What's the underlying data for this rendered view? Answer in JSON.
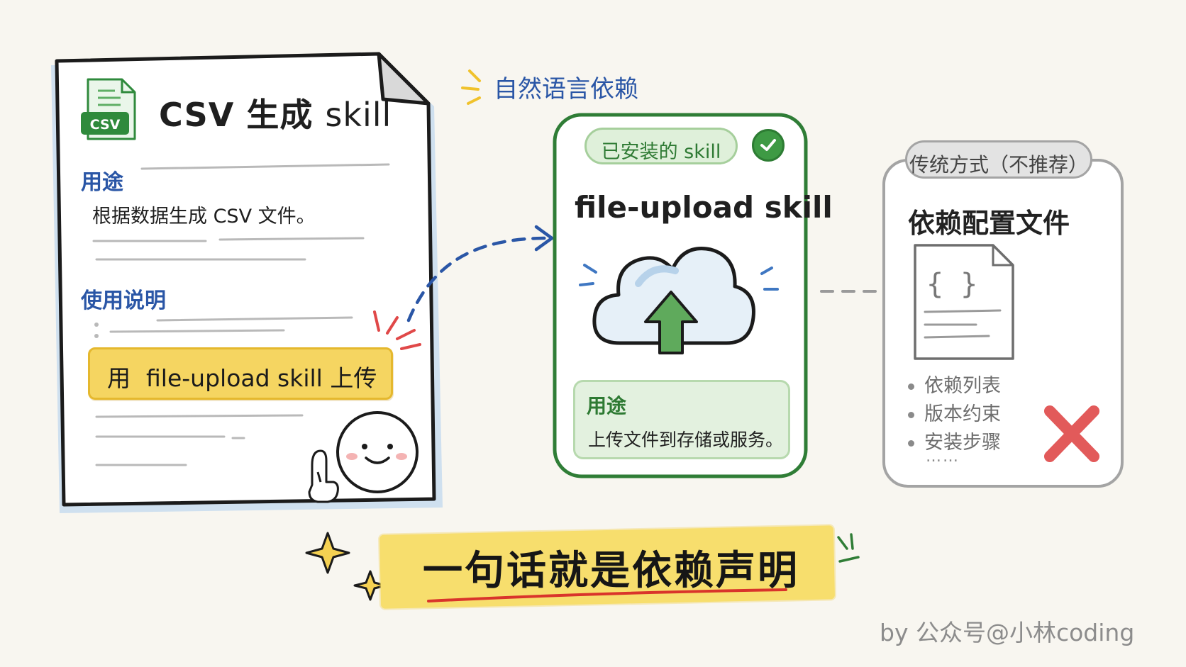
{
  "csv_skill": {
    "title": "CSV 生成",
    "title_suffix": "skill",
    "file_icon_label": "CSV",
    "purpose_heading": "用途",
    "purpose_text": "根据数据生成 CSV 文件。",
    "usage_heading": "使用说明",
    "highlight_verb": "用",
    "highlight_rest": "file-upload skill 上传"
  },
  "annotation": "自然语言依赖",
  "installed_skill": {
    "badge": "已安装的 skill",
    "title": "file-upload skill",
    "purpose_heading": "用途",
    "purpose_text": "上传文件到存储或服务。"
  },
  "traditional": {
    "badge": "传统方式（不推荐）",
    "title": "依赖配置文件",
    "file_glyph": "{ }",
    "items": [
      "依赖列表",
      "版本约束",
      "安装步骤"
    ],
    "ellipsis": "……"
  },
  "headline": "一句话就是依赖声明",
  "byline": "by 公众号@小林coding",
  "colors": {
    "accent_blue": "#2a56a6",
    "accent_green": "#3e9a44",
    "highlight_yellow": "#f5d561",
    "headline_band": "#f7de6d",
    "cross_red": "#e25a5a",
    "traditional_gray": "#a4a4a4"
  },
  "icons": [
    "csv-file-icon",
    "check-circle-icon",
    "cloud-upload-icon",
    "config-file-icon",
    "cross-icon",
    "smiley-face-icon",
    "pointing-hand-icon",
    "sparkle-icon"
  ]
}
